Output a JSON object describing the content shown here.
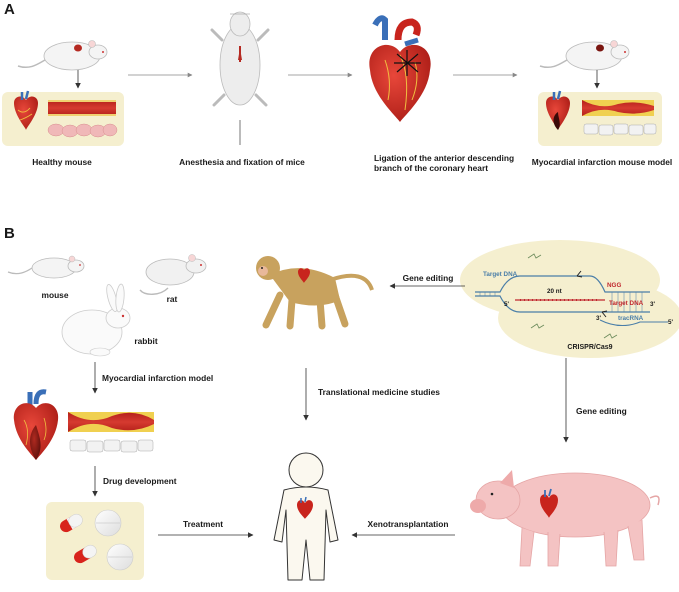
{
  "panel_a": {
    "letter": "A",
    "step1": "Healthy mouse",
    "step2": "Anesthesia and fixation of mice",
    "step3_line1": "Ligation of the anterior descending",
    "step3_line2": "branch of the coronary heart",
    "step4": "Myocardial infarction mouse model"
  },
  "panel_b": {
    "letter": "B",
    "animals": {
      "mouse": "mouse",
      "rat": "rat",
      "rabbit": "rabbit"
    },
    "mi_model": "Myocardial infarction model",
    "drug_dev": "Drug development",
    "treatment": "Treatment",
    "translational": "Translational medicine studies",
    "gene_editing_1": "Gene editing",
    "gene_editing_2": "Gene editing",
    "xeno": "Xenotransplantation",
    "crispr": {
      "target_dna_top": "Target DNA",
      "ngg": "NGG",
      "five_prime_a": "5'",
      "nt": "20 nt",
      "target_dna_bottom": "Target DNA",
      "three_prime_a": "3'",
      "three_prime_b": "3'",
      "tracrna": "tracRNA",
      "five_prime_b": "5'",
      "label": "CRISPR/Cas9"
    }
  },
  "colors": {
    "heart_red": "#c8241d",
    "vessel_blue": "#3a6fb8",
    "panel_bg": "#f5efcf",
    "text": "#1a1a1a",
    "dna_blue": "#4a7ea8",
    "dna_red": "#c0272d",
    "monkey": "#c8a25e",
    "pig": "#f4c3c3"
  }
}
